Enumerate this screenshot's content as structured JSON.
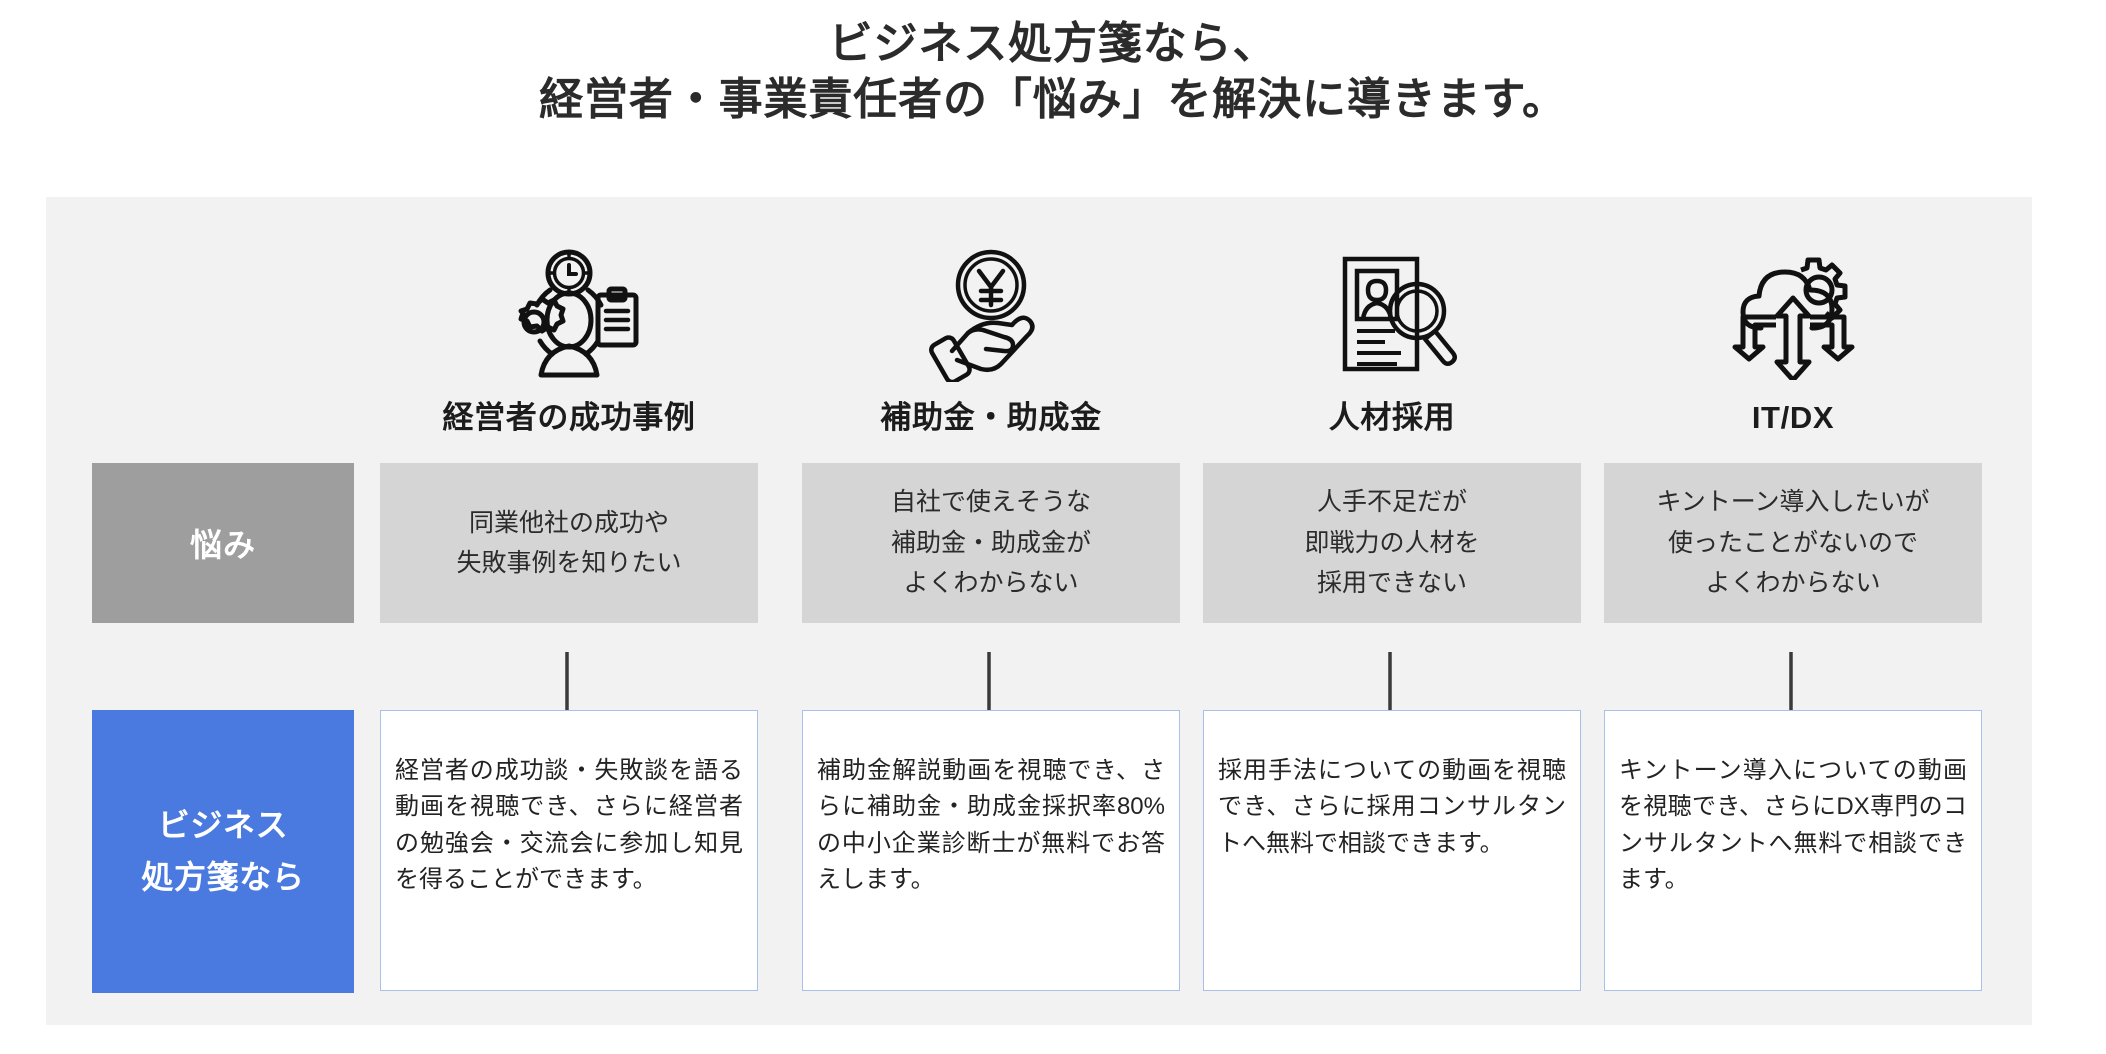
{
  "title": {
    "line1": "ビジネス処方箋なら、",
    "line2": "経営者・事業責任者の「悩み」を解決に導きます。"
  },
  "row_labels": {
    "nayami": "悩み",
    "answer": "ビジネス\n処方箋なら"
  },
  "colors": {
    "panel_bg": "#f2f2f2",
    "nayami_label_bg": "#9e9e9e",
    "nayami_cell_bg": "#d5d5d5",
    "answer_label_bg": "#4a7ae0",
    "answer_cell_border": "#a8c0ea",
    "arrow": "#3a3a3a",
    "title_text": "#2b2b2b"
  },
  "columns": [
    {
      "icon": "manager-gear-clock-clipboard-icon",
      "heading": "経営者の成功事例",
      "nayami": "同業他社の成功や\n失敗事例を知りたい",
      "answer": "経営者の成功談・失敗談を語る動画を視聴でき、さらに経営者の勉強会・交流会に参加し知見を得ることができます。"
    },
    {
      "icon": "hand-yen-coin-icon",
      "heading": "補助金・助成金",
      "nayami": "自社で使えそうな\n補助金・助成金が\nよくわからない",
      "answer": "補助金解説動画を視聴でき、さらに補助金・助成金採択率80%の中小企業診断士が無料でお答えします。"
    },
    {
      "icon": "resume-magnifier-icon",
      "heading": "人材採用",
      "nayami": "人手不足だが\n即戦力の人材を\n採用できない",
      "answer": "採用手法についての動画を視聴でき、さらに採用コンサルタントへ無料で相談できます。"
    },
    {
      "icon": "cloud-gear-arrows-icon",
      "heading": "IT/DX",
      "nayami": "キントーン導入したいが\n使ったことがないので\nよくわからない",
      "answer": "キントーン導入についての動画を視聴でき、さらにDX専門のコンサルタントへ無料で相談できます。"
    }
  ]
}
